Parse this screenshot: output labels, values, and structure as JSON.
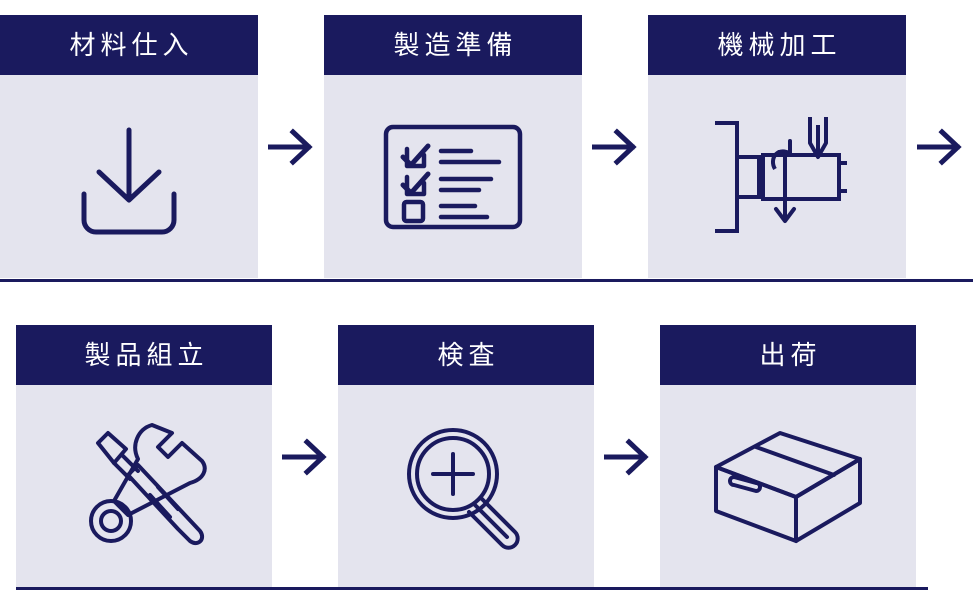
{
  "diagram": {
    "title_hidden": "",
    "colors": {
      "header_navy": "#1a1a5e",
      "panel_light": "#e4e4ee",
      "background": "#ffffff",
      "icon_stroke": "#1a1a5e",
      "header_text": "#ffffff"
    },
    "rows": [
      {
        "name": "row-1",
        "steps": [
          {
            "label": "材料仕入",
            "icon": "download-into-tray-icon"
          },
          {
            "label": "製造準備",
            "icon": "checklist-icon"
          },
          {
            "label": "機械加工",
            "icon": "lathe-machining-icon"
          }
        ],
        "connectors": [
          "arrow-right-icon",
          "arrow-right-icon",
          "arrow-right-icon"
        ]
      },
      {
        "name": "row-2",
        "steps": [
          {
            "label": "製品組立",
            "icon": "wrench-screwdriver-icon"
          },
          {
            "label": "検査",
            "icon": "magnifier-plus-icon"
          },
          {
            "label": "出荷",
            "icon": "shipping-box-icon"
          }
        ],
        "connectors": [
          "arrow-right-icon",
          "arrow-right-icon"
        ]
      }
    ]
  }
}
